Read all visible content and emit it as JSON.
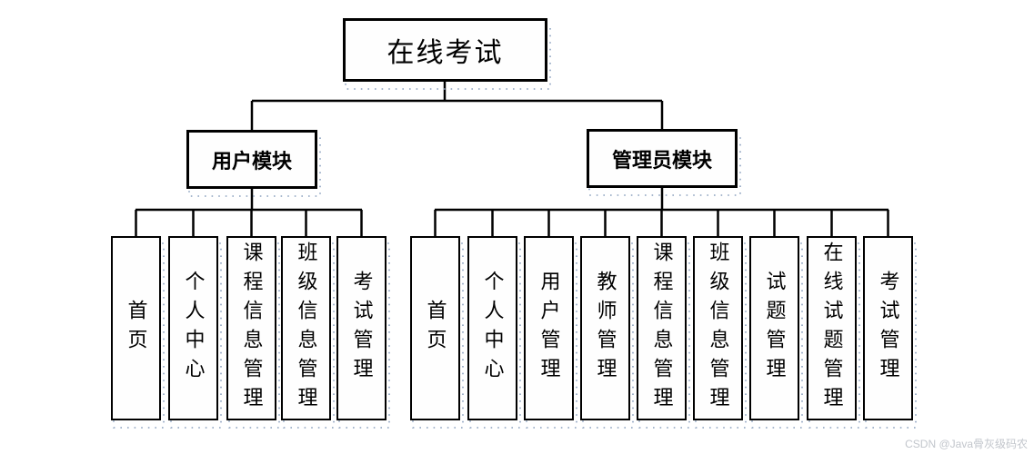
{
  "diagram": {
    "root": "在线考试",
    "modules": [
      {
        "label": "用户模块",
        "children": [
          "首页",
          "个人中心",
          "课程信息管理",
          "班级信息管理",
          "考试管理"
        ]
      },
      {
        "label": "管理员模块",
        "children": [
          "首页",
          "个人中心",
          "用户管理",
          "教师管理",
          "课程信息管理",
          "班级信息管理",
          "试题管理",
          "在线试题管理",
          "考试管理"
        ]
      }
    ]
  },
  "watermark": "CSDN @Java骨灰级码农",
  "colors": {
    "box_border": "#000000",
    "box_fill": "#fefefe",
    "selection_dots": "#8aa0be",
    "background": "#ffffff",
    "watermark_text": "#c2c6cc"
  }
}
